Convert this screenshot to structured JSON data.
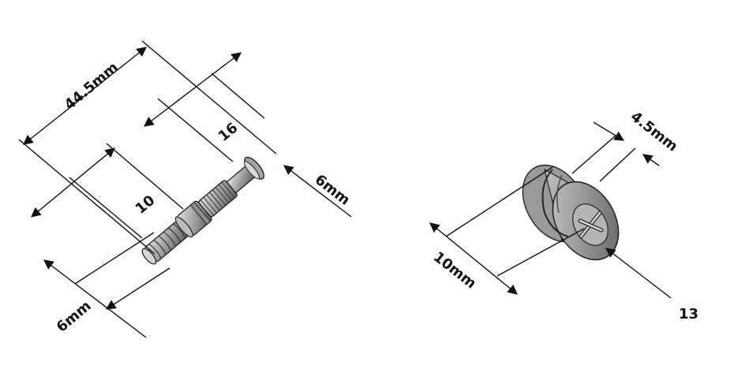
{
  "labels": {
    "overall_length": "44.5mm",
    "shank_length": "16",
    "head_diameter": "6mm",
    "thread_length": "10",
    "thread_diameter": "6mm",
    "cam_thickness": "4.5mm",
    "cam_diameter": "10mm",
    "cam_size": "13"
  },
  "colors": {
    "line": "#111111",
    "metal_light": "#d8d8d8",
    "metal_mid": "#9a9a9a",
    "metal_dark": "#555555",
    "background": "#ffffff"
  }
}
